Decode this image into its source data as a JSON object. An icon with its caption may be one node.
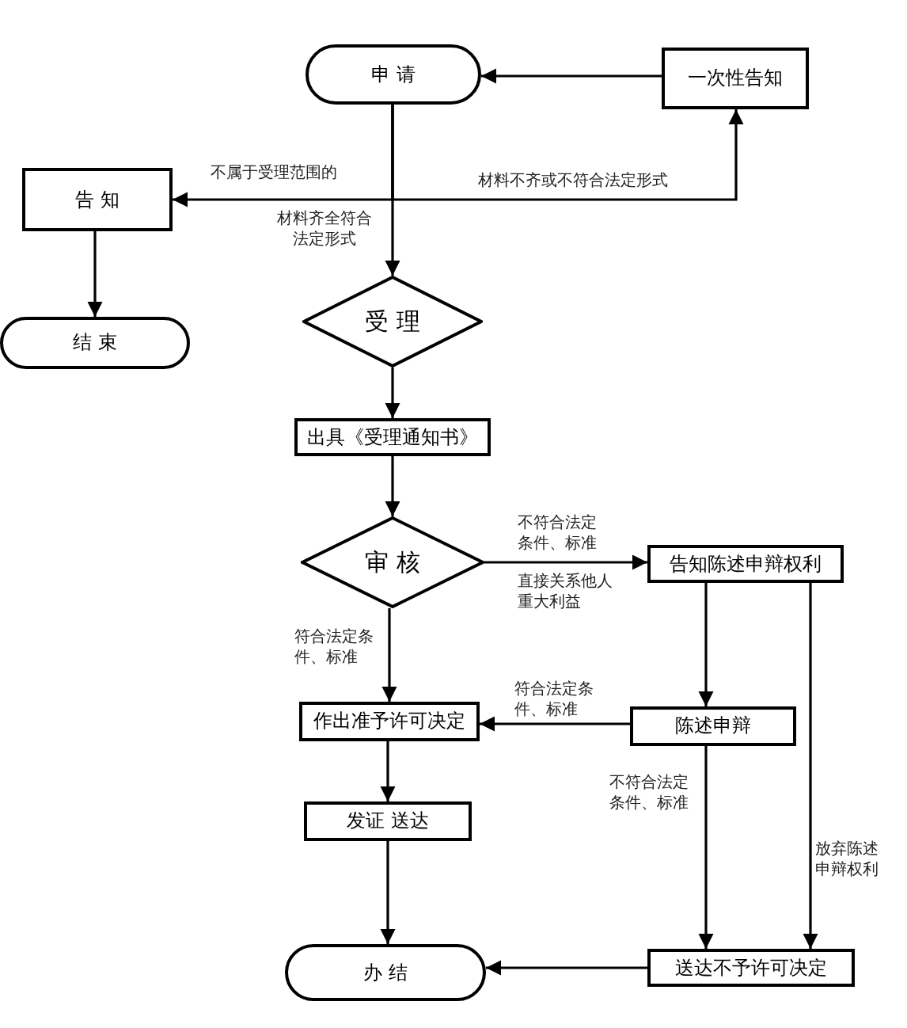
{
  "diagram": {
    "nodes": [
      {
        "text": [
          "申 请"
        ]
      },
      {
        "text": [
          "一次性告知"
        ]
      },
      {
        "text": [
          "告 知"
        ]
      },
      {
        "text": [
          "结 束"
        ]
      },
      {
        "text": [
          "受 理"
        ]
      },
      {
        "text": [
          "出具《受理通知书》"
        ]
      },
      {
        "text": [
          "审 核"
        ]
      },
      {
        "text": [
          "告知陈述申辩权利"
        ]
      },
      {
        "text": [
          "作出准予许可决定"
        ]
      },
      {
        "text": [
          "陈述申辩"
        ]
      },
      {
        "text": [
          "发证 送达"
        ]
      },
      {
        "text": [
          "办 结"
        ]
      },
      {
        "text": [
          "送达不予许可决定"
        ]
      }
    ],
    "edges": [
      {
        "from": 1,
        "to": 0,
        "arrow": "to"
      },
      {
        "from": 0,
        "to": 2,
        "arrow": "to",
        "label": "不属于受理范围的"
      },
      {
        "from": 0,
        "to": 1,
        "arrow": "to",
        "label": "材料不齐或不符合法定形式"
      },
      {
        "from": 0,
        "to": 4,
        "arrow": "to",
        "label": "材料齐全符合法定形式"
      },
      {
        "from": 2,
        "to": 3,
        "arrow": "to"
      },
      {
        "from": 4,
        "to": 5,
        "arrow": "to"
      },
      {
        "from": 5,
        "to": 6,
        "arrow": "to"
      },
      {
        "from": 6,
        "to": 7,
        "arrow": "to",
        "label": "不符合法定条件、标准"
      },
      {
        "from": 6,
        "to": 8,
        "arrow": "to",
        "label": "符合法定条件、标准"
      },
      {
        "from": 7,
        "to": 9,
        "arrow": "to"
      },
      {
        "from": 7,
        "to": 12,
        "arrow": "to",
        "label": "放弃陈述申辩权利"
      },
      {
        "from": 9,
        "to": 8,
        "arrow": "to",
        "label": "符合法定条件、标准"
      },
      {
        "from": 9,
        "to": 12,
        "arrow": "to",
        "label": "不符合法定条件、标准"
      },
      {
        "from": 8,
        "to": 10,
        "arrow": "to"
      },
      {
        "from": 10,
        "to": 11,
        "arrow": "to"
      },
      {
        "from": 12,
        "to": 11,
        "arrow": "to"
      }
    ],
    "labels": [
      "直接关系他人重大利益"
    ]
  }
}
